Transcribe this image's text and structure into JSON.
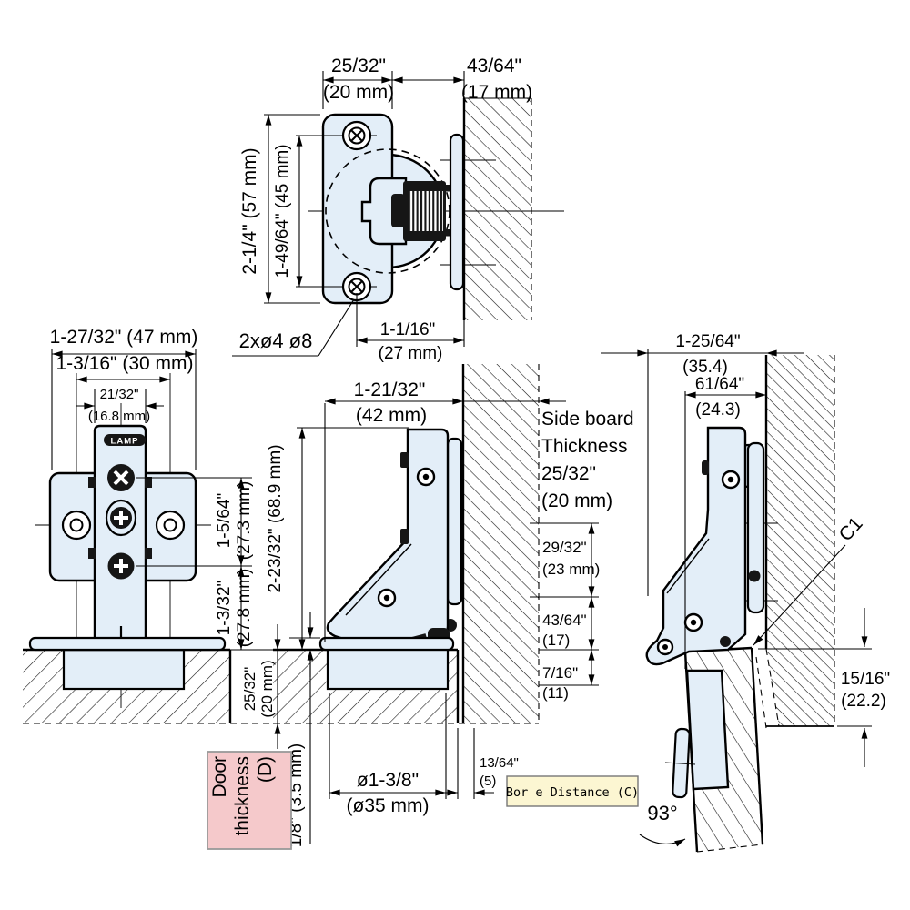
{
  "front": {
    "w1": "25/32\"",
    "w1mm": "(20 mm)",
    "w2": "43/64\"",
    "w2mm": "(17 mm)",
    "h1": "2-1/4\" (57 mm)",
    "h2": "1-49/64\" (45 mm)",
    "screw_note": "2xø4 ø8",
    "c1": "1-1/16\"",
    "c1mm": "(27 mm)"
  },
  "plate": {
    "d1": "1-27/32\" (47 mm)",
    "d2": "1-3/16\" (30 mm)",
    "d3": "21/32\"",
    "d3mm": "(16.8 mm)",
    "logo": "LAMP",
    "v1": "1-5/64\"",
    "v1mm": "(27.3 mm)",
    "v2": "1-3/32\"",
    "v2mm": "(27.8 mm)",
    "door_dim": "25/32\"",
    "door_dim_mm": "(20 mm)",
    "door_line1": "Door",
    "door_line2": "thickness",
    "door_line3": "(D)",
    "flange": "1/8\" (3.5 mm)"
  },
  "side": {
    "depth": "1-21/32\"",
    "depth_mm": "(42 mm)",
    "height": "2-23/32\" (68.9 mm)",
    "board1": "Side board",
    "board2": "Thickness",
    "board3": "25/32\"",
    "board4": "(20 mm)",
    "s1": "29/32\"",
    "s1mm": "(23 mm)",
    "s2": "43/64\"",
    "s2mm": "(17)",
    "s3": "7/16\"",
    "s3mm": "(11)",
    "gap": "13/64\"",
    "gap_mm": "(5)",
    "bore": "ø1-3/8\"",
    "bore_mm": "(ø35 mm)",
    "bore_label": "Bor e Distance (C)"
  },
  "open": {
    "o1": "1-25/64\"",
    "o1mm": "(35.4)",
    "o2": "61/64\"",
    "o2mm": "(24.3)",
    "c1": "C1",
    "reveal": "15/16\"",
    "reveal_mm": "(22.2)",
    "angle": "93°"
  },
  "colors": {
    "part_fill": "#e3eef8",
    "door_label_bg": "#f5c9cb",
    "bore_label_bg": "#fcf6d2",
    "line": "#000000"
  }
}
